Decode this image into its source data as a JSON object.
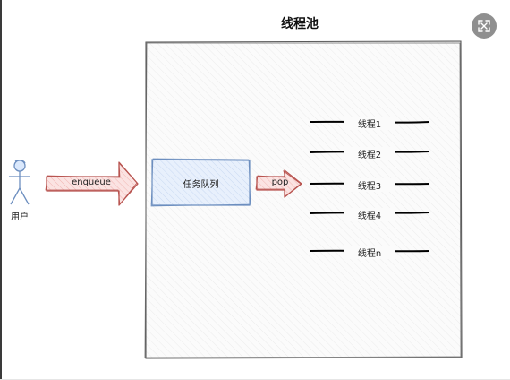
{
  "diagram": {
    "title": "线程池",
    "actor": {
      "label": "用户"
    },
    "arrows": {
      "enqueue": "enqueue",
      "pop": "pop"
    },
    "queue": {
      "label": "任务队列"
    },
    "threads": [
      {
        "label": "线程1"
      },
      {
        "label": "线程2"
      },
      {
        "label": "线程3"
      },
      {
        "label": "线程4"
      },
      {
        "label": "线程n"
      }
    ]
  },
  "toolbar": {
    "expand_icon": "fullscreen-icon"
  },
  "colors": {
    "actor_stroke": "#6c8ebf",
    "arrow_fill": "#f8cecc",
    "arrow_stroke": "#b85450",
    "queue_fill": "#dae8fc",
    "queue_stroke": "#6c8ebf",
    "thread_line": "#000000",
    "pool_border": "#5a5a5a"
  }
}
